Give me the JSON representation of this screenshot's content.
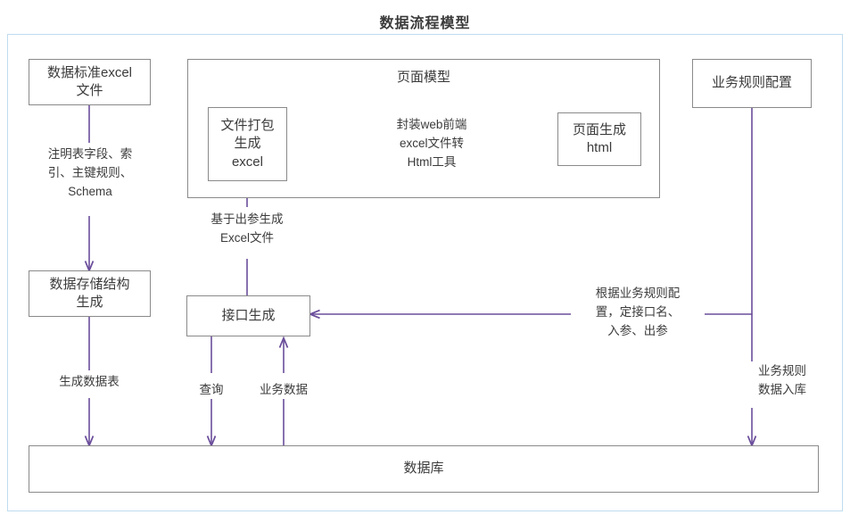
{
  "title": "数据流程模型",
  "colors": {
    "frame": "#bfdcf0",
    "box_border": "#8a8a8a",
    "wire": "#6b4e9b",
    "text": "#3b3b3b",
    "background": "#ffffff"
  },
  "nodes": {
    "data_standard_excel": "数据标准excel\n文件",
    "page_model_group": "页面模型",
    "business_rule_config": "业务规则配置",
    "file_package_excel": "文件打包\n生成\nexcel",
    "page_generate_html": "页面生成\nhtml",
    "data_storage_structure": "数据存储结构\n生成",
    "interface_generate": "接口生成",
    "database": "数据库"
  },
  "edge_labels": {
    "schema_rules": "注明表字段、索\n引、主键规则、\nSchema",
    "web_excel_to_html_tool": "封装web前端\nexcel文件转\nHtml工具",
    "based_on_output_excel": "基于出参生成\nExcel文件",
    "business_rule_interface": "根据业务规则配\n置，定接口名、\n入参、出参",
    "generate_data_table": "生成数据表",
    "query": "查询",
    "business_data": "业务数据",
    "business_rule_to_db": "业务规则\n数据入库"
  }
}
